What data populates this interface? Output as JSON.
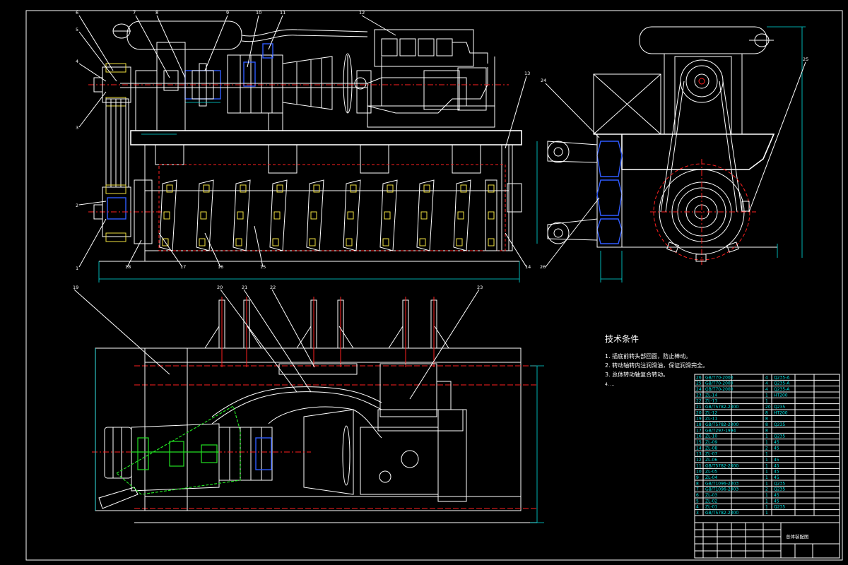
{
  "drawing": {
    "background": "#000000",
    "line_colors": {
      "outline": "#ffffff",
      "centerline": "#ff2020",
      "hidden": "#2f5bff",
      "dimension": "#00e0e0",
      "highlight": "#22e022"
    }
  },
  "leaders_top": [
    "6",
    "5",
    "4",
    "3",
    "2",
    "1",
    "7",
    "8",
    "9",
    "10",
    "11",
    "12",
    "13",
    "17",
    "16",
    "15",
    "14",
    "18"
  ],
  "leaders_side": [
    "24",
    "25",
    "26"
  ],
  "leaders_plan": [
    "19",
    "20",
    "21",
    "22",
    "23"
  ],
  "notes": {
    "title": "技术条件",
    "items": [
      "1. 插底前转头部回面，防止棒动。",
      "2. 转动轴转内注润滑油，保证润滑完全。",
      "3. 总体转动轴复合转动。",
      "4. ..."
    ]
  },
  "bom": {
    "rows": [
      {
        "no": "26",
        "code": "GB/T70-2000",
        "qty": "4",
        "mat": "Q235-A"
      },
      {
        "no": "25",
        "code": "GB/T70-2000",
        "qty": "4",
        "mat": "Q235-A"
      },
      {
        "no": "24",
        "code": "GB/T70-2000",
        "qty": "4",
        "mat": "Q235-A"
      },
      {
        "no": "23",
        "code": "ZL-14",
        "qty": "1",
        "mat": "HT200"
      },
      {
        "no": "22",
        "code": "ZL-13",
        "qty": "1",
        "mat": ""
      },
      {
        "no": "21",
        "code": "GB/T5782-2000",
        "qty": "20",
        "mat": "Q235"
      },
      {
        "no": "20",
        "code": "ZL-12",
        "qty": "8",
        "mat": "HT200"
      },
      {
        "no": "19",
        "code": "ZL-11",
        "qty": "8",
        "mat": ""
      },
      {
        "no": "18",
        "code": "GB/T5782-2000",
        "qty": "8",
        "mat": "Q235"
      },
      {
        "no": "17",
        "code": "GB/T297-1994",
        "qty": "8",
        "mat": ""
      },
      {
        "no": "16",
        "code": "ZL-10",
        "qty": "1",
        "mat": "Q235"
      },
      {
        "no": "15",
        "code": "ZL-09",
        "qty": "1",
        "mat": "45"
      },
      {
        "no": "14",
        "code": "ZL-08",
        "qty": "2",
        "mat": "45"
      },
      {
        "no": "13",
        "code": "ZL-07",
        "qty": "1",
        "mat": ""
      },
      {
        "no": "12",
        "code": "ZL-06",
        "qty": "1",
        "mat": "45"
      },
      {
        "no": "11",
        "code": "GB/T5782-2000",
        "qty": "1",
        "mat": "45"
      },
      {
        "no": "10",
        "code": "ZL-05",
        "qty": "1",
        "mat": "45"
      },
      {
        "no": "9",
        "code": "ZL-04",
        "qty": "1",
        "mat": "45"
      },
      {
        "no": "8",
        "code": "GB/T1096-2003",
        "qty": "1",
        "mat": "Q235"
      },
      {
        "no": "7",
        "code": "GB/T1096-2003",
        "qty": "2",
        "mat": "Q235"
      },
      {
        "no": "6",
        "code": "ZL-03",
        "qty": "1",
        "mat": "45"
      },
      {
        "no": "5",
        "code": "ZL-02",
        "qty": "1",
        "mat": "45"
      },
      {
        "no": "4",
        "code": "ZL-01",
        "qty": "1",
        "mat": "Q235"
      },
      {
        "no": "3",
        "code": "GB/T5782-2000",
        "qty": "1",
        "mat": ""
      }
    ]
  },
  "title_block": {
    "drawing_name": "总体装配图"
  }
}
